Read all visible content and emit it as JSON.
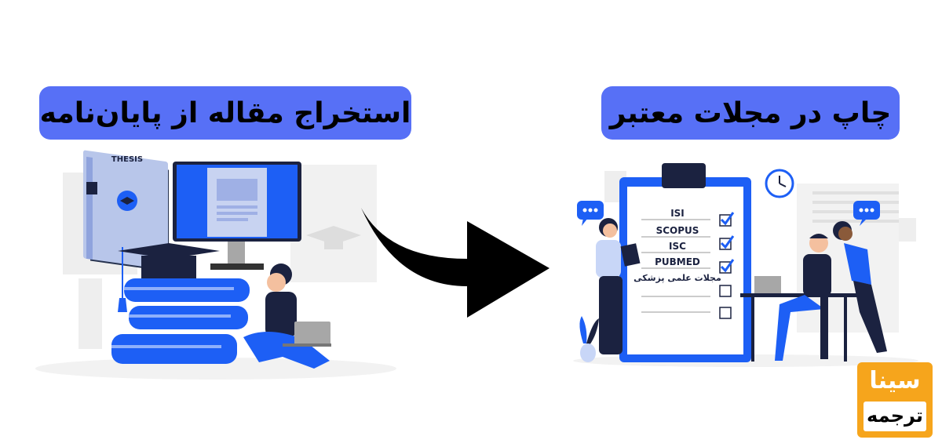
{
  "banners": {
    "left_title": "استخراج مقاله از پایان‌نامه",
    "right_title": "چاپ در مجلات معتبر"
  },
  "left_illustration": {
    "book_label": "THESIS"
  },
  "right_illustration": {
    "checklist": {
      "items": [
        "ISI",
        "SCOPUS",
        "ISC",
        "PUBMED",
        "مجلات علمی پزشکی"
      ]
    }
  },
  "logo": {
    "line1": "سینا",
    "line2": "ترجمه"
  },
  "colors": {
    "banner_bg": "#5770f6",
    "accent_blue": "#1d5ff5",
    "logo_orange": "#f6a51c",
    "dark": "#262626"
  }
}
